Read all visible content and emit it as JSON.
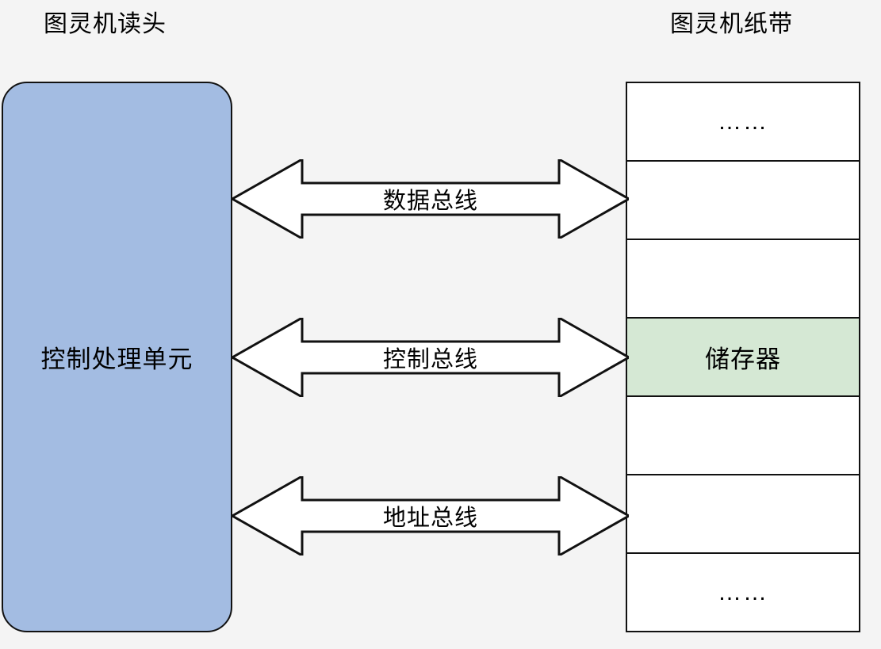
{
  "diagram": {
    "background_color": "#f4f4f4",
    "titles": {
      "left": "图灵机读头",
      "right": "图灵机纸带"
    },
    "cpu": {
      "label": "控制处理单元",
      "fill_color": "#a3bce2",
      "stroke_color": "#111111"
    },
    "tape": {
      "cell_fill_color": "#ffffff",
      "highlight_fill_color": "#d5e8d4",
      "stroke_color": "#111111",
      "cells": [
        {
          "text": "……",
          "highlighted": false,
          "is_ellipsis": true
        },
        {
          "text": "",
          "highlighted": false,
          "is_ellipsis": false
        },
        {
          "text": "",
          "highlighted": false,
          "is_ellipsis": false
        },
        {
          "text": "储存器",
          "highlighted": true,
          "is_ellipsis": false
        },
        {
          "text": "",
          "highlighted": false,
          "is_ellipsis": false
        },
        {
          "text": "",
          "highlighted": false,
          "is_ellipsis": false
        },
        {
          "text": "……",
          "highlighted": false,
          "is_ellipsis": true
        }
      ]
    },
    "buses": [
      {
        "label": "数据总线",
        "direction": "bidirectional",
        "fill_color": "#ffffff",
        "stroke_color": "#111111"
      },
      {
        "label": "控制总线",
        "direction": "bidirectional",
        "fill_color": "#ffffff",
        "stroke_color": "#111111"
      },
      {
        "label": "地址总线",
        "direction": "bidirectional",
        "fill_color": "#ffffff",
        "stroke_color": "#111111"
      }
    ]
  }
}
